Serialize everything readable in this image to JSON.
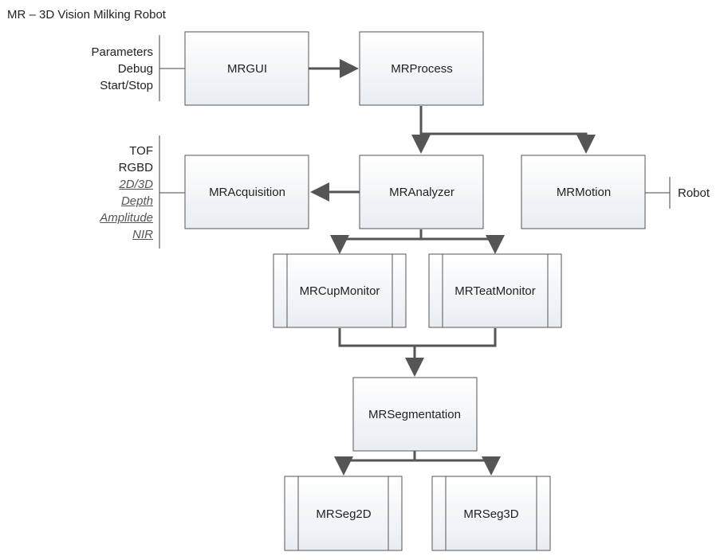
{
  "title": "MR – 3D Vision Milking Robot",
  "modules": {
    "mrgui": "MRGUI",
    "mrprocess": "MRProcess",
    "mracquisition": "MRAcquisition",
    "mranalyzer": "MRAnalyzer",
    "mrmotion": "MRMotion",
    "mrcupmonitor": "MRCupMonitor",
    "mrteatmonitor": "MRTeatMonitor",
    "mrsegmentation": "MRSegmentation",
    "mrseg2d": "MRSeg2D",
    "mrseg3d": "MRSeg3D"
  },
  "gui_inputs": [
    "Parameters",
    "Debug",
    "Start/Stop"
  ],
  "acquisition_inputs": {
    "plain": [
      "TOF",
      "RGBD"
    ],
    "italic": [
      "2D/3D",
      "Depth",
      "Amplitude",
      "NIR"
    ]
  },
  "motion_output": "Robot"
}
